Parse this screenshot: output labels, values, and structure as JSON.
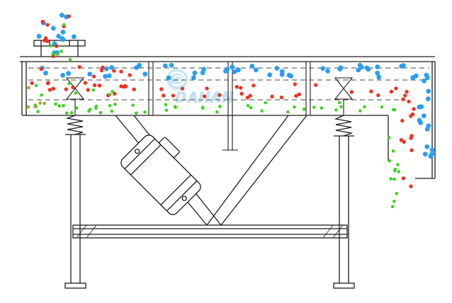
{
  "meta": {
    "title": "Linear vibrating screen structure diagram"
  },
  "watermark": {
    "brand_text": "DAHAN",
    "logo_fill": "#bfe3f6",
    "text_fill": "#d9edf9",
    "text_stroke": "#85c3ea"
  },
  "colors": {
    "outline": "#1c1c1c",
    "dashed": "#444444",
    "blue": "#2a9df4",
    "red": "#ea3323",
    "green": "#3bd41c",
    "yellow": "#b2a135",
    "background": "#ffffff"
  },
  "particles": {
    "regions": [
      {
        "name": "feed-stream-blue",
        "color": "blue",
        "count": 13,
        "x": [
          50,
          114
        ],
        "y": [
          12,
          86
        ],
        "r": 3.4,
        "seed": 11
      },
      {
        "name": "feed-stream-red",
        "color": "red",
        "count": 9,
        "x": [
          54,
          112
        ],
        "y": [
          22,
          86
        ],
        "r": 2.7,
        "seed": 22
      },
      {
        "name": "feed-stream-green",
        "color": "green",
        "count": 6,
        "x": [
          58,
          110
        ],
        "y": [
          34,
          86
        ],
        "r": 2.3,
        "seed": 33
      },
      {
        "name": "deck-top-layer-blue",
        "color": "blue",
        "count": 48,
        "x": [
          42,
          602
        ],
        "y": [
          92,
          110
        ],
        "r": 3.4,
        "seed": 44
      },
      {
        "name": "deck-top-layer-red-mix",
        "color": "red",
        "count": 8,
        "x": [
          46,
          240
        ],
        "y": [
          94,
          110
        ],
        "r": 2.7,
        "seed": 55
      },
      {
        "name": "deck-middle-layer-red",
        "color": "red",
        "count": 42,
        "x": [
          44,
          570
        ],
        "y": [
          117,
          138
        ],
        "r": 2.7,
        "seed": 66
      },
      {
        "name": "deck-middle-layer-green-mix",
        "color": "green",
        "count": 7,
        "x": [
          44,
          170
        ],
        "y": [
          117,
          138
        ],
        "r": 2.3,
        "seed": 77
      },
      {
        "name": "deck-bottom-layer-green",
        "color": "green",
        "count": 44,
        "x": [
          42,
          558
        ],
        "y": [
          145,
          160
        ],
        "r": 2.3,
        "seed": 88
      },
      {
        "name": "deck-left-yellow-fines",
        "color": "yellow",
        "count": 5,
        "x": [
          40,
          82
        ],
        "y": [
          120,
          158
        ],
        "r": 2.4,
        "seed": 99
      },
      {
        "name": "discharge-column-blue",
        "color": "blue",
        "count": 17,
        "x": [
          590,
          610
        ],
        "y": [
          100,
          246
        ],
        "r": 3.4,
        "seed": 111
      },
      {
        "name": "discharge-column-red",
        "color": "red",
        "count": 15,
        "x": [
          566,
          586
        ],
        "y": [
          128,
          290
        ],
        "r": 2.7,
        "seed": 122
      },
      {
        "name": "discharge-column-green",
        "color": "green",
        "count": 13,
        "x": [
          546,
          564
        ],
        "y": [
          152,
          296
        ],
        "r": 2.3,
        "seed": 133
      }
    ]
  }
}
